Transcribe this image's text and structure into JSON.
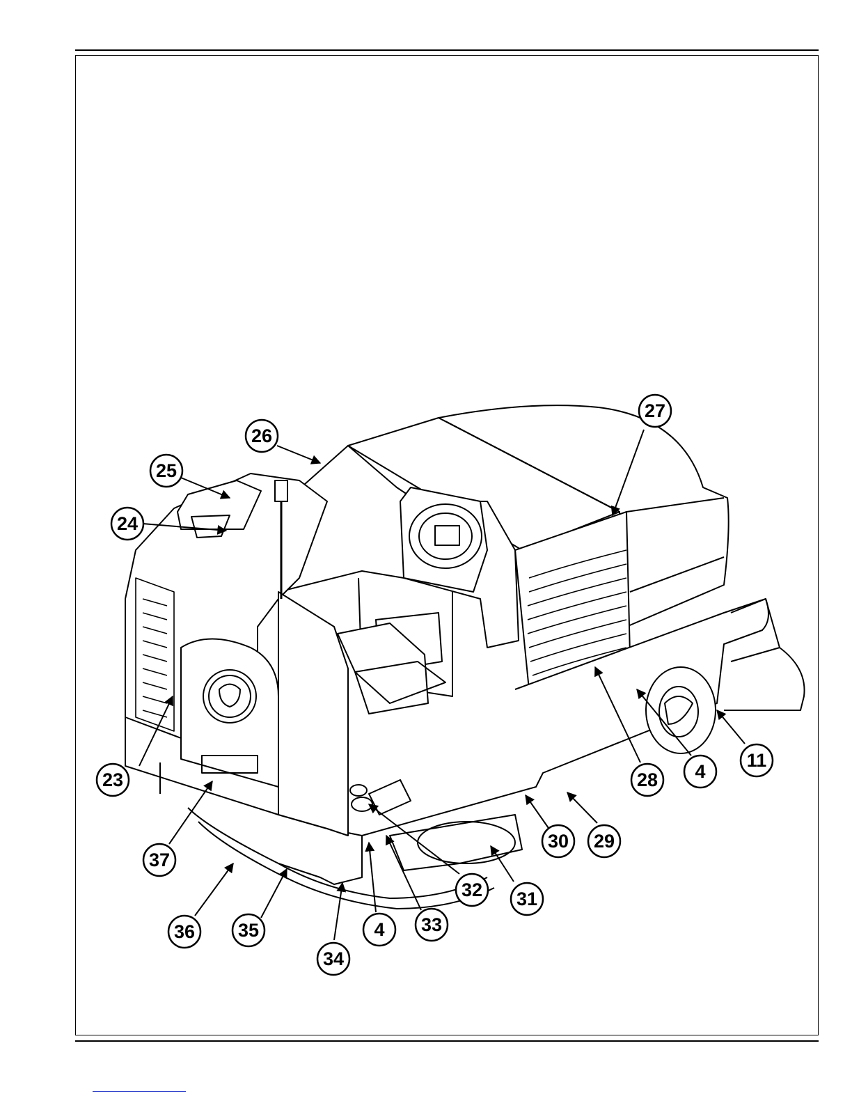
{
  "figure": {
    "callouts": [
      {
        "id": "c23",
        "label": "23"
      },
      {
        "id": "c24",
        "label": "24"
      },
      {
        "id": "c25",
        "label": "25"
      },
      {
        "id": "c26",
        "label": "26"
      },
      {
        "id": "c27",
        "label": "27"
      },
      {
        "id": "c28",
        "label": "28"
      },
      {
        "id": "c4a",
        "label": "4"
      },
      {
        "id": "c11",
        "label": "11"
      },
      {
        "id": "c29",
        "label": "29"
      },
      {
        "id": "c30",
        "label": "30"
      },
      {
        "id": "c31",
        "label": "31"
      },
      {
        "id": "c32",
        "label": "32"
      },
      {
        "id": "c33",
        "label": "33"
      },
      {
        "id": "c4b",
        "label": "4"
      },
      {
        "id": "c34",
        "label": "34"
      },
      {
        "id": "c35",
        "label": "35"
      },
      {
        "id": "c36",
        "label": "36"
      },
      {
        "id": "c37",
        "label": "37"
      }
    ]
  },
  "colors": {
    "line": "#000000",
    "link": "#3344cc"
  }
}
